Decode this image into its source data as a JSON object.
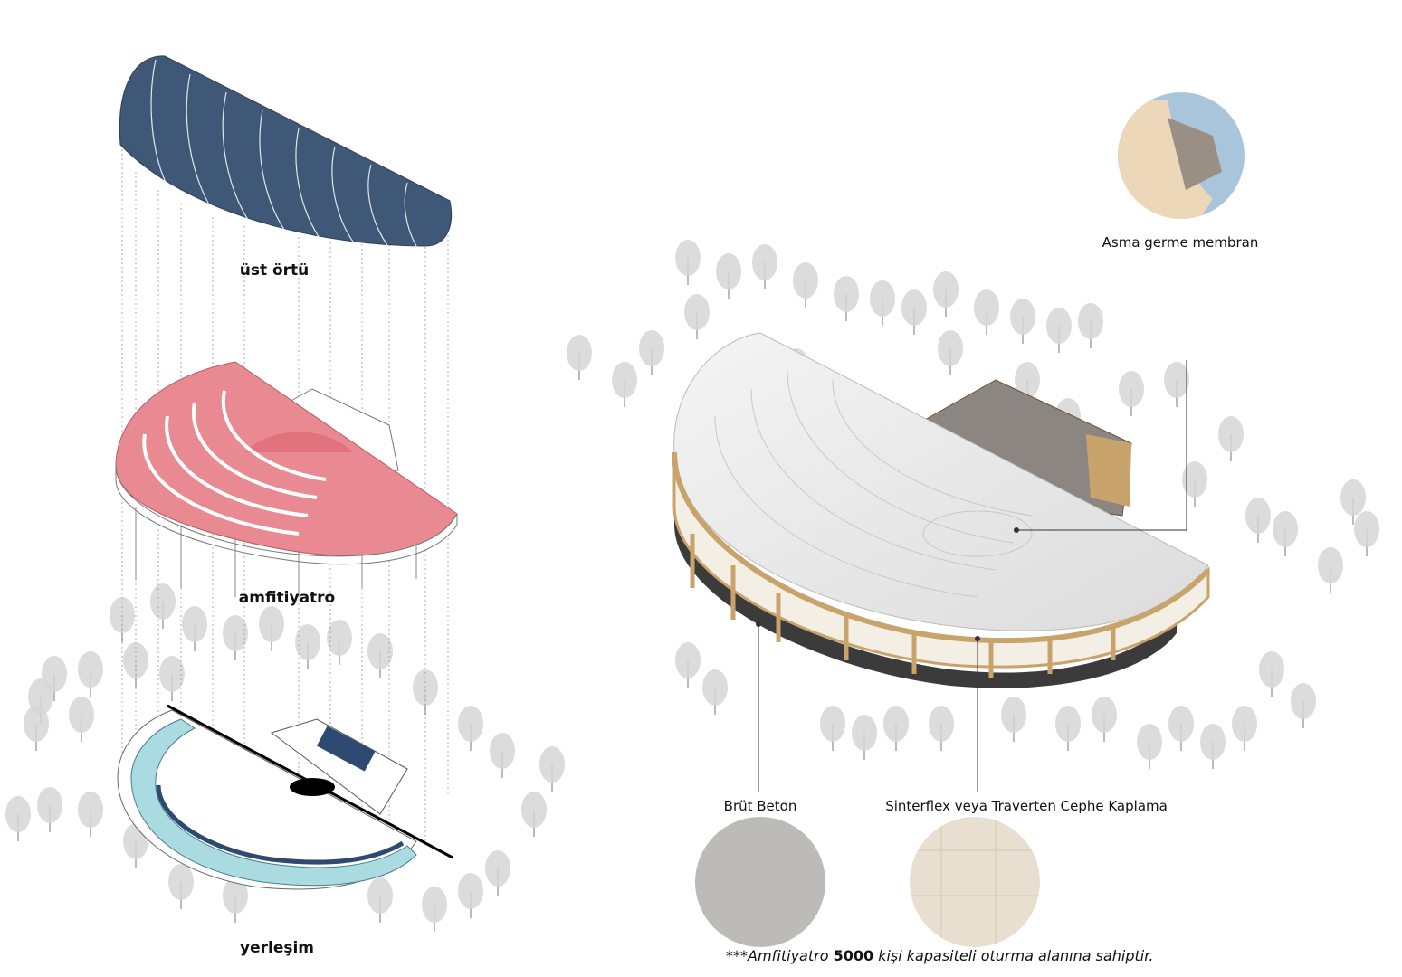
{
  "exploded_axonometry": {
    "layers": [
      {
        "id": "roof",
        "label": "üst örtü"
      },
      {
        "id": "amphitheater",
        "label": "amfitiyatro"
      },
      {
        "id": "site_plan",
        "label": "yerleşim"
      }
    ]
  },
  "materials": [
    {
      "id": "membrane",
      "label": "Asma germe membran"
    },
    {
      "id": "concrete",
      "label": "Brüt Beton"
    },
    {
      "id": "cladding",
      "label": "Sinterflex veya Traverten Cephe Kaplama"
    }
  ],
  "note": {
    "prefix": "***Amfitiyatro ",
    "capacity": "5000",
    "suffix": " kişi kapasiteli oturma  alanına sahiptir."
  },
  "colors": {
    "roof": "#3f5877",
    "amphitheater": "#e98a92",
    "plan_accent": "#a9dbe0",
    "cladding": "#c9a36c",
    "base": "#3b3b3b",
    "tree": "#d6d6d6"
  }
}
